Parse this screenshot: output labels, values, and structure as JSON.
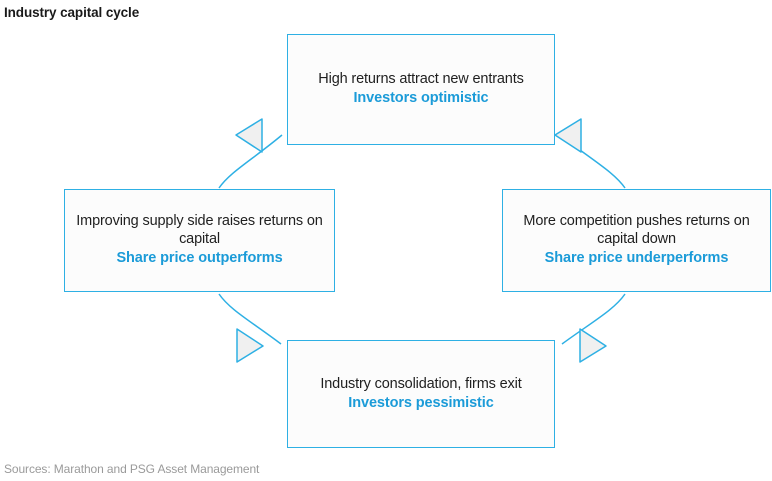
{
  "title": "Industry capital cycle",
  "source": "Sources: Marathon and PSG Asset Management",
  "colors": {
    "border": "#2eb0e4",
    "accent_text": "#1b9bd8",
    "primary_text": "#1f1f1f",
    "source_text": "#9a9a9a",
    "node_fill": "#fcfcfc",
    "arrow_fill": "#f0f0f0",
    "page_background": "#ffffff"
  },
  "diagram": {
    "type": "cycle",
    "direction": "clockwise",
    "node_count": 4,
    "nodes": [
      {
        "id": "top",
        "position": "top",
        "primary": "High returns attract new entrants",
        "accent": "Investors optimistic"
      },
      {
        "id": "right",
        "position": "right",
        "primary": "More competition pushes returns on capital down",
        "accent": "Share price underperforms"
      },
      {
        "id": "bottom",
        "position": "bottom",
        "primary": "Industry consolidation, firms exit",
        "accent": "Investors pessimistic"
      },
      {
        "id": "left",
        "position": "left",
        "primary": "Improving supply side raises returns on capital",
        "accent": "Share price outperforms"
      }
    ],
    "connectors": [
      {
        "id": "top-to-right",
        "from": "top",
        "to": "right",
        "arrowhead": "open-triangle"
      },
      {
        "id": "right-to-bottom",
        "from": "right",
        "to": "bottom",
        "arrowhead": "open-triangle"
      },
      {
        "id": "bottom-to-left",
        "from": "bottom",
        "to": "left",
        "arrowhead": "open-triangle"
      },
      {
        "id": "left-to-top",
        "from": "left",
        "to": "top",
        "arrowhead": "open-triangle"
      }
    ]
  }
}
